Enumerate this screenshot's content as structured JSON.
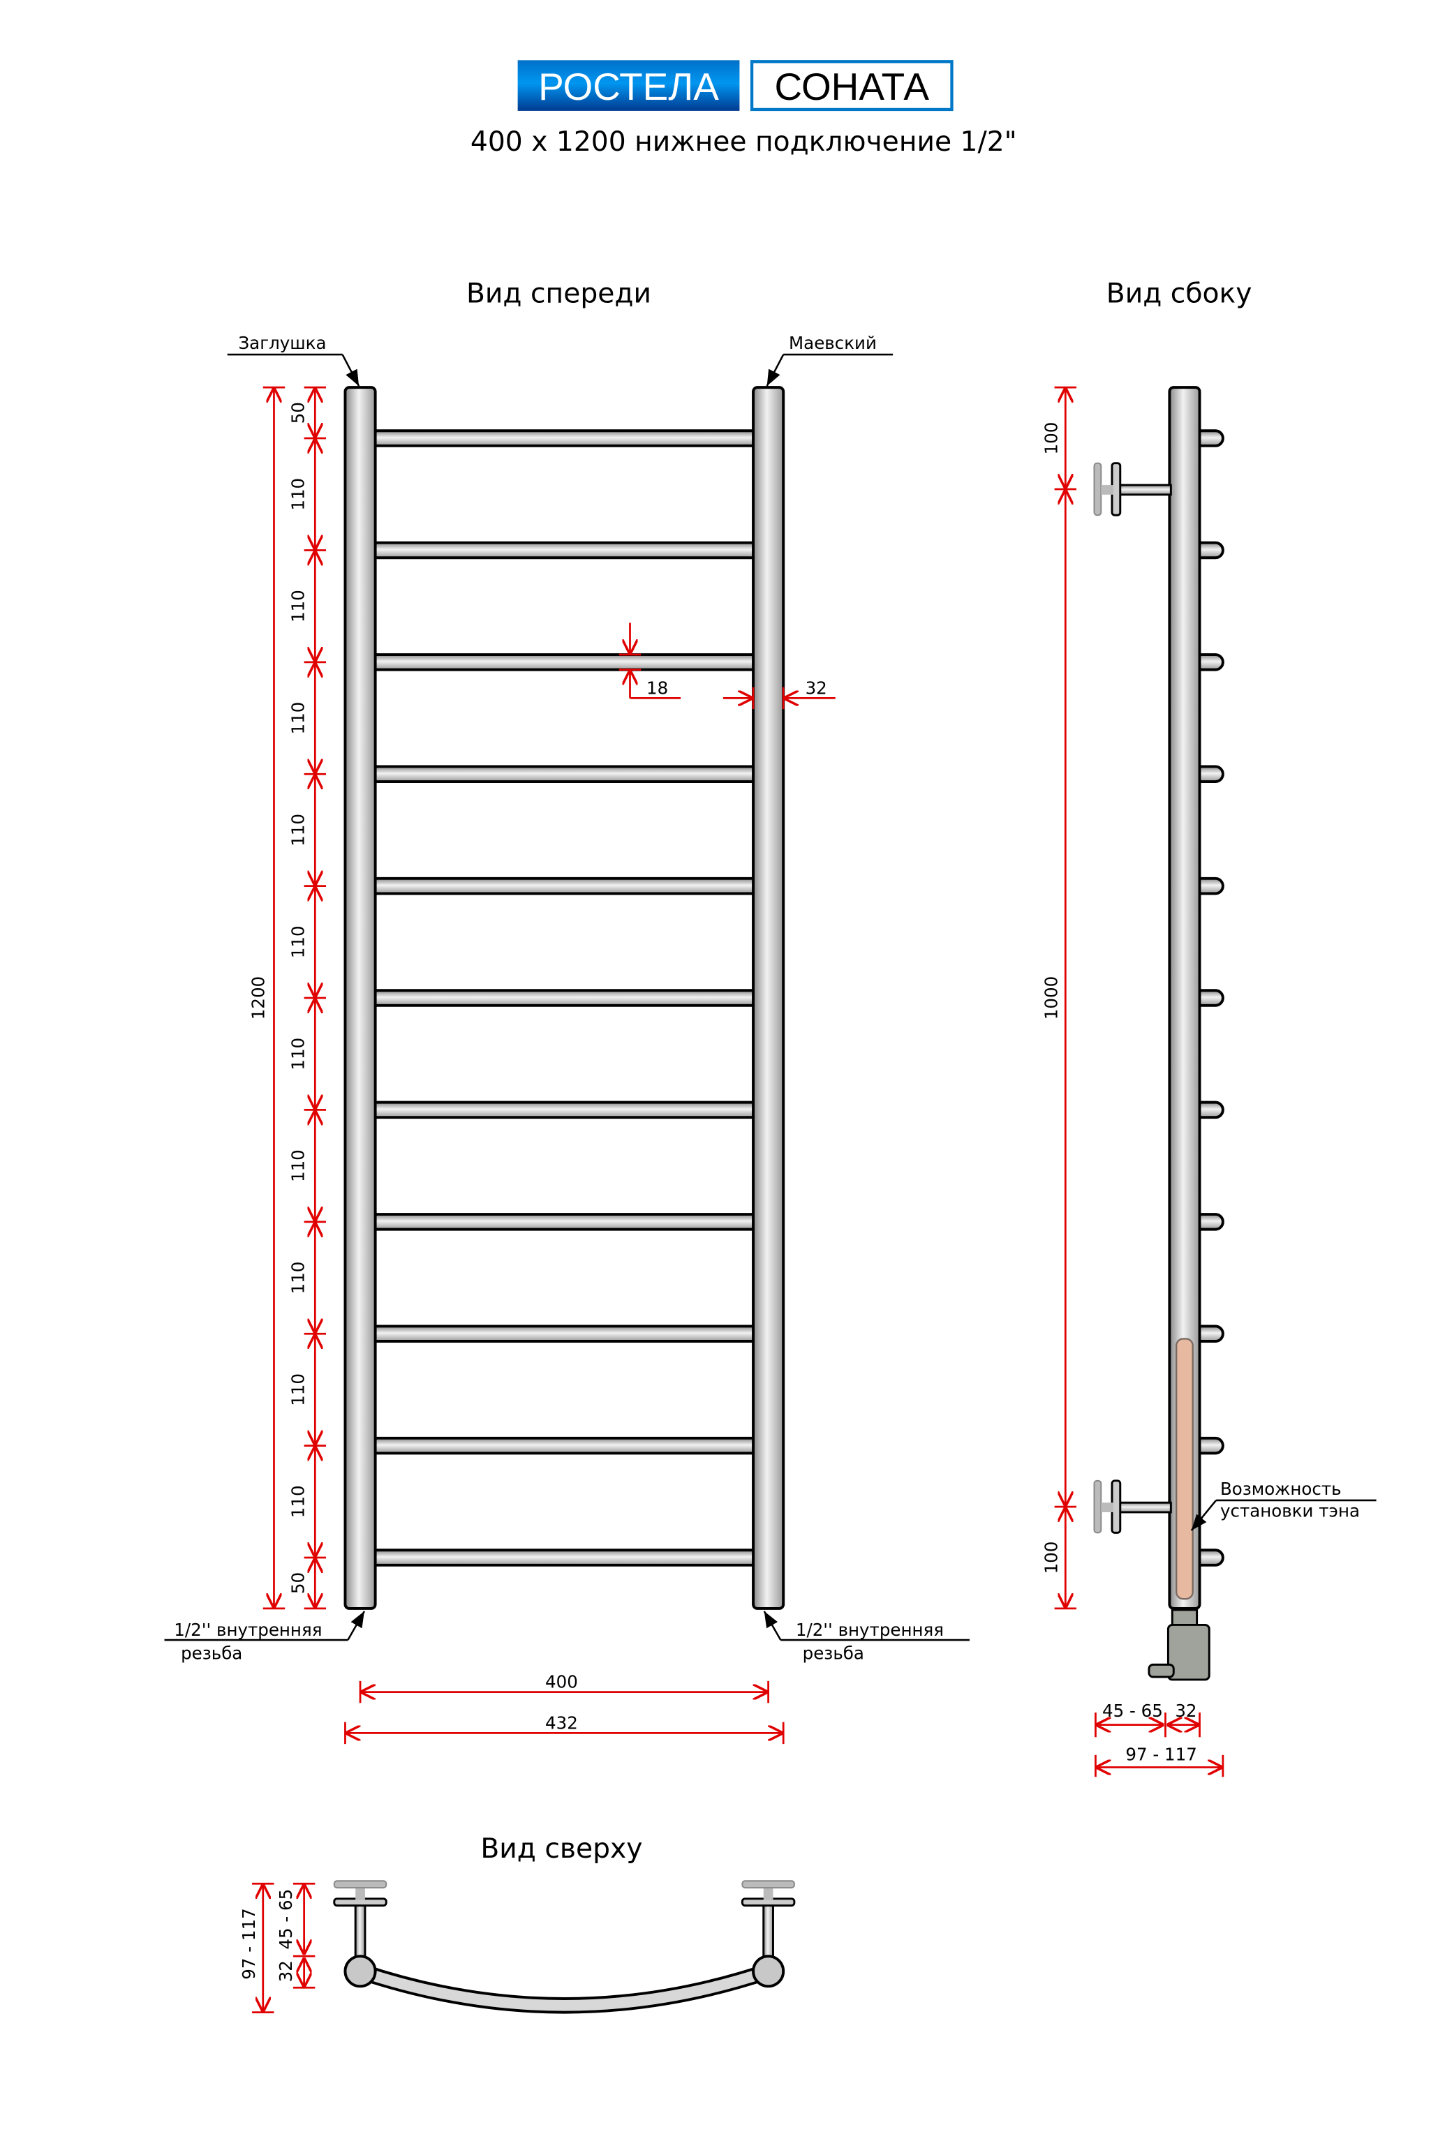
{
  "header": {
    "brand": "РОСТЕЛА",
    "model": "СОНАТА",
    "subtitle": "400 x 1200 нижнее подключение 1/2\"",
    "brand_color": "#0080d8",
    "dim_color": "#e00000"
  },
  "front_view": {
    "title": "Вид спереди",
    "label_left_top": "Заглушка",
    "label_right_top": "Маевский",
    "label_left_bottom_1": "1/2'' внутренняя",
    "label_left_bottom_2": "резьба",
    "label_right_bottom_1": "1/2'' внутренняя",
    "label_right_bottom_2": "резьба",
    "total_height": "1200",
    "segments": [
      "50",
      "110",
      "110",
      "110",
      "110",
      "110",
      "110",
      "110",
      "110",
      "110",
      "110",
      "50"
    ],
    "segments_mm": [
      50,
      110,
      110,
      110,
      110,
      110,
      110,
      110,
      110,
      110,
      110,
      50
    ],
    "rung_diameter": "18",
    "post_diameter": "32",
    "width_axis": "400",
    "width_total": "432"
  },
  "side_view": {
    "title": "Вид сбоку",
    "segments": [
      "100",
      "1000",
      "100"
    ],
    "segments_mm": [
      100,
      1000,
      100
    ],
    "heater_label_1": "Возможность",
    "heater_label_2": "установки тэна",
    "dim_wall": "45 - 65",
    "dim_post": "32",
    "dim_total": "97 - 117"
  },
  "top_view": {
    "title": "Вид сверху",
    "dim_total": "97 - 117",
    "dim_post": "32",
    "dim_wall": "45 - 65"
  }
}
